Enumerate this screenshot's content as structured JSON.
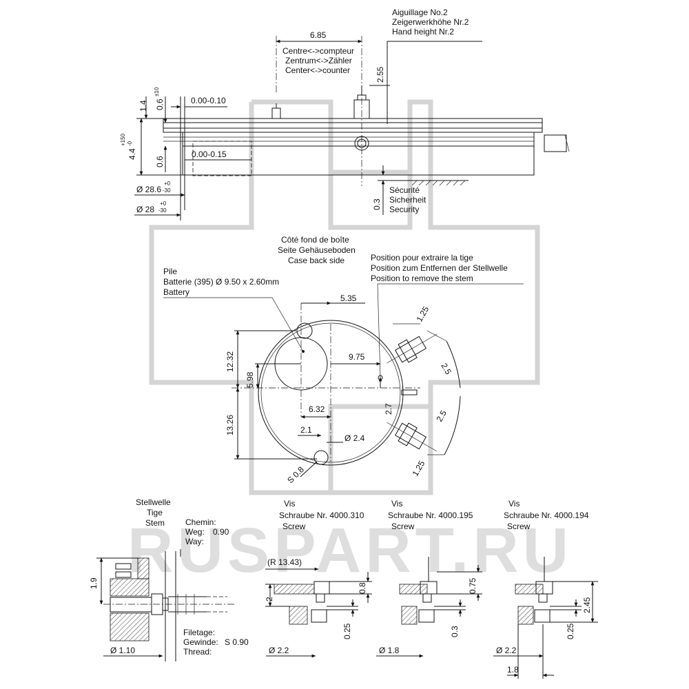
{
  "watermark": "RUSPART.RU",
  "side_view": {
    "hand_height": [
      "Aiguillage No.2",
      "Zeigerwerkhöhe Nr.2",
      "Hand height Nr.2"
    ],
    "dim_center": "6.85",
    "center_label": [
      "Centre<->compteur",
      "Zentrum<->Zähler",
      "Center<->counter"
    ],
    "dim_255": "2.55",
    "dim_14": "1.4",
    "dim_06_top": "0.6",
    "tol_06": "±10",
    "dim_000_010": "0.00-0.10",
    "dim_44": "4.4",
    "tol_44_up": "+150",
    "tol_44_down": "-0",
    "dim_06_bot": "0.6",
    "dim_000_015": "0.00-0.15",
    "dia_286": "Ø 28.6",
    "dia_28": "Ø 28",
    "tol_dia_up": "+0",
    "tol_dia_down": "-30",
    "dim_03": "0.3",
    "security": [
      "Sécurité",
      "Sicherheit",
      "Security"
    ]
  },
  "top_view": {
    "case_back": [
      "Côté fond de boîte",
      "Seite Gehäuseboden",
      "Case back side"
    ],
    "battery": [
      "Pile",
      "Batterie (395) Ø 9.50 x 2.60mm",
      "Battery"
    ],
    "stem_position": [
      "Position pour extraire la tige",
      "Position zum Entfernen der Stellwelle",
      "Position to remove the stem"
    ],
    "dim_535": "5.35",
    "dim_125_top": "1.25",
    "dim_1232": "12.32",
    "dim_975": "9.75",
    "dim_25_a": "2.5",
    "dim_598": "5.98",
    "dim_27": "2.7",
    "dim_632": "6.32",
    "dim_25_b": "2.5",
    "dim_1326": "13.26",
    "dim_21": "2.1",
    "dia_24": "Ø 2.4",
    "dim_125_bot": "1.25",
    "s08": "S 0.8"
  },
  "stem_detail": {
    "title": [
      "Stellwelle",
      "Tige",
      "Stem"
    ],
    "chemin_label": "Chemin:",
    "weg_label": "Weg:",
    "weg_value": "0.90",
    "way_label": "Way:",
    "dim_19": "1.9",
    "filetage": [
      "Filetage:",
      "Gewinde:",
      "Thread:"
    ],
    "thread_value": "S 0.90",
    "dia_110": "Ø 1.10"
  },
  "screws": [
    {
      "vis": "Vis",
      "schraube": "Schraube Nr. 4000.310",
      "screw": "Screw",
      "r": "(R 13.43)",
      "dim_2": "2",
      "dim_08": "0.8",
      "dim_025": "0.25",
      "dia": "Ø 2.2"
    },
    {
      "vis": "Vis",
      "schraube": "Schraube Nr. 4000.195",
      "screw": "Screw",
      "dim_075": "0.75",
      "dim_03": "0.3",
      "dia": "Ø 1.8"
    },
    {
      "vis": "Vis",
      "schraube": "Schraube Nr. 4000.194",
      "screw": "Screw",
      "dim_245": "2.45",
      "dim_025": "0.25",
      "dia": "Ø 2.2",
      "dim_18": "1.8"
    }
  ]
}
